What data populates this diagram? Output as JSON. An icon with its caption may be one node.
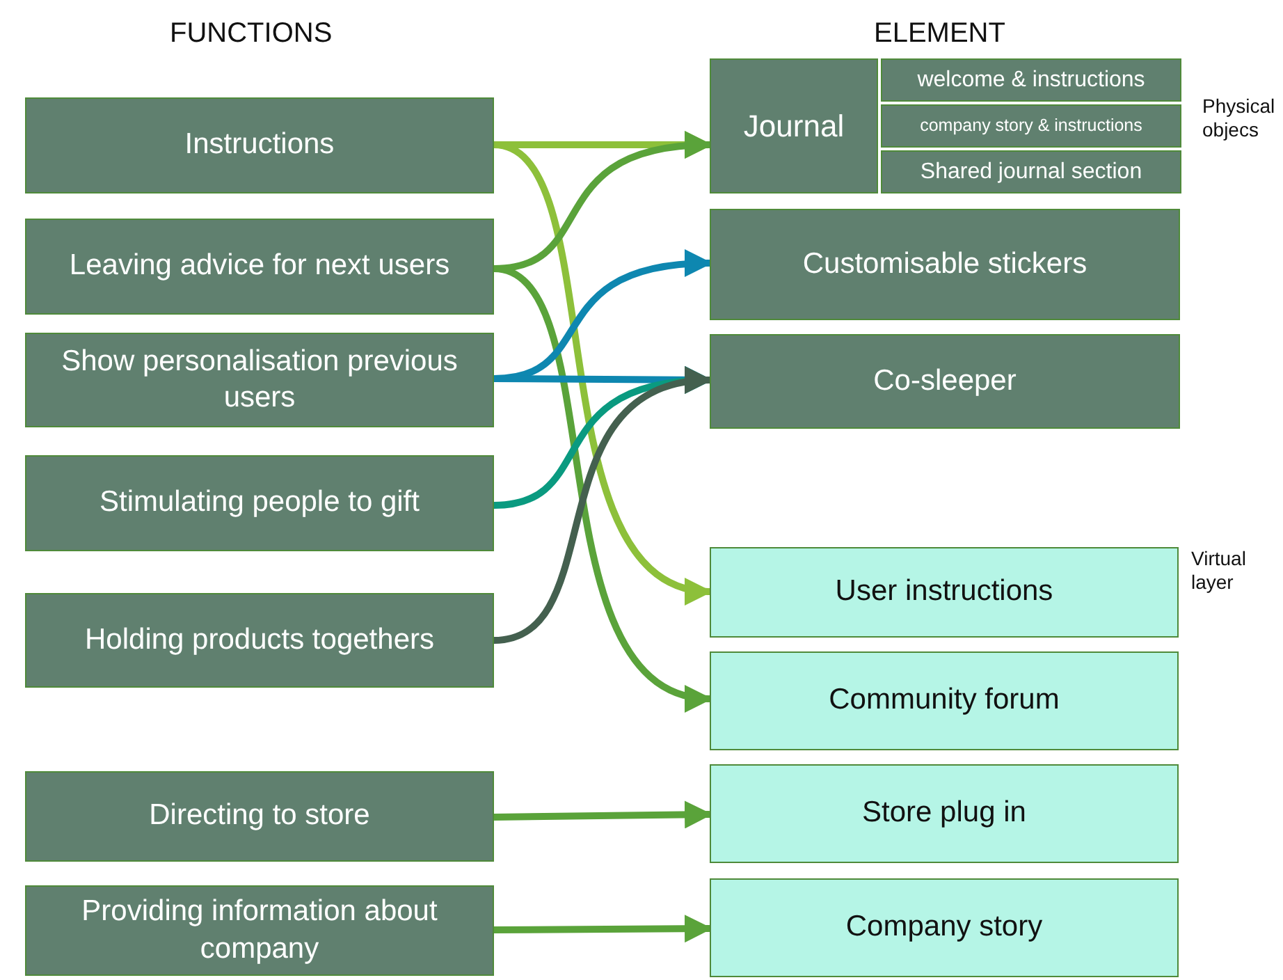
{
  "diagram": {
    "nodes": [
      {
        "text": [
          "Instructions"
        ]
      },
      {
        "text": [
          "Leaving advice for next users"
        ]
      },
      {
        "text": [
          "Show personalisation previous users"
        ]
      },
      {
        "text": [
          "Stimulating people to gift"
        ]
      },
      {
        "text": [
          "Holding products togethers"
        ]
      },
      {
        "text": [
          "Directing to store"
        ]
      },
      {
        "text": [
          "Providing information about company"
        ]
      },
      {
        "text": [
          "Journal"
        ]
      },
      {
        "text": [
          "welcome & instructions"
        ]
      },
      {
        "text": [
          "company story & instructions"
        ]
      },
      {
        "text": [
          "Shared journal section"
        ]
      },
      {
        "text": [
          "Customisable stickers"
        ]
      },
      {
        "text": [
          "Co-sleeper"
        ]
      },
      {
        "text": [
          "User instructions"
        ]
      },
      {
        "text": [
          "Community forum"
        ]
      },
      {
        "text": [
          "Store plug in"
        ]
      },
      {
        "text": [
          "Company story"
        ]
      }
    ],
    "edges": [
      {
        "from": 0,
        "to": 7,
        "arrow": "to",
        "color": "#8dc03a"
      },
      {
        "from": 0,
        "to": 13,
        "arrow": "to",
        "color": "#8dc03a"
      },
      {
        "from": 1,
        "to": 7,
        "arrow": "to"
      },
      {
        "from": 1,
        "to": 14,
        "arrow": "to"
      },
      {
        "from": 2,
        "to": 11,
        "arrow": "to",
        "color": "#0e87b0"
      },
      {
        "from": 2,
        "to": 12,
        "arrow": "to",
        "color": "#0e87b0"
      },
      {
        "from": 3,
        "to": 12,
        "arrow": "to",
        "color": "#0a9a80"
      },
      {
        "from": 4,
        "to": 12,
        "arrow": "to",
        "color": "#44604f"
      },
      {
        "from": 5,
        "to": 15,
        "arrow": "to"
      },
      {
        "from": 6,
        "to": 16,
        "arrow": "to"
      }
    ],
    "labels": [
      "FUNCTIONS",
      "ELEMENT",
      "Physical objecs",
      "Virtual layer"
    ]
  }
}
